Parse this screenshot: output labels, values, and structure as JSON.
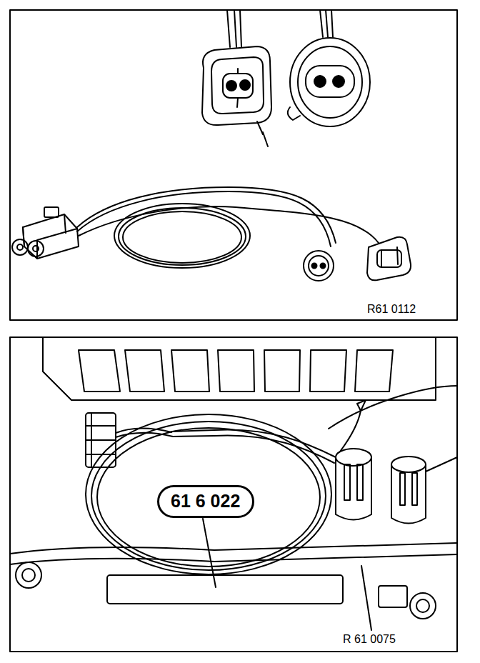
{
  "diagram": {
    "nodes": [
      {
        "text": [
          "61 6 022"
        ]
      }
    ],
    "labels": [
      "R61 0112",
      "R 61 0075"
    ]
  }
}
